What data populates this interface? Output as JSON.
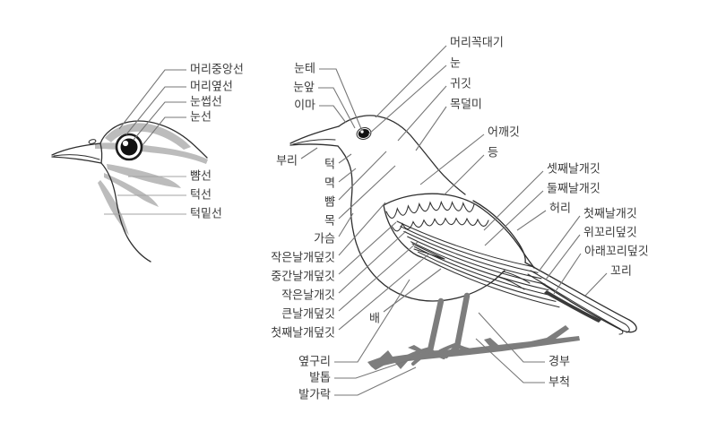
{
  "diagram": {
    "title": "bird topography diagram",
    "colors": {
      "outline": "#2f2f2f",
      "stripe": "#bcbcbc",
      "limb": "#7d7d7d",
      "leader": "#777777",
      "leader_light": "#a3a3a3",
      "text": "#3a3a3a",
      "background": "#ffffff"
    },
    "head_detail": {
      "labels": [
        {
          "id": "head-center-line",
          "text": "머리중앙선"
        },
        {
          "id": "head-side-line",
          "text": "머리옆선"
        },
        {
          "id": "eyebrow-line",
          "text": "눈썹선"
        },
        {
          "id": "eye-line",
          "text": "눈선"
        },
        {
          "id": "cheek-line",
          "text": "뺨선"
        },
        {
          "id": "jaw-line",
          "text": "턱선"
        },
        {
          "id": "chin-line",
          "text": "턱밑선"
        }
      ]
    },
    "full_bird": {
      "labels": [
        {
          "id": "eye-ring",
          "text": "눈테"
        },
        {
          "id": "lores",
          "text": "눈앞"
        },
        {
          "id": "forehead",
          "text": "이마"
        },
        {
          "id": "bill",
          "text": "부리"
        },
        {
          "id": "crown",
          "text": "머리꼭대기"
        },
        {
          "id": "eye",
          "text": "눈"
        },
        {
          "id": "ear-coverts",
          "text": "귀깃"
        },
        {
          "id": "nape",
          "text": "목덜미"
        },
        {
          "id": "scapulars",
          "text": "어깨깃"
        },
        {
          "id": "back",
          "text": "등"
        },
        {
          "id": "chin",
          "text": "턱"
        },
        {
          "id": "throat",
          "text": "멱"
        },
        {
          "id": "cheek",
          "text": "뺨"
        },
        {
          "id": "neck",
          "text": "목"
        },
        {
          "id": "breast",
          "text": "가슴"
        },
        {
          "id": "lesser-coverts",
          "text": "작은날개덮깃"
        },
        {
          "id": "median-coverts",
          "text": "중간날개덮깃"
        },
        {
          "id": "small-wing-feathers",
          "text": "작은날개깃"
        },
        {
          "id": "greater-coverts",
          "text": "큰날개덮깃"
        },
        {
          "id": "primary-coverts",
          "text": "첫째날개덮깃"
        },
        {
          "id": "belly",
          "text": "배"
        },
        {
          "id": "flank",
          "text": "옆구리"
        },
        {
          "id": "claw",
          "text": "발톱"
        },
        {
          "id": "toe",
          "text": "발가락"
        },
        {
          "id": "tertials",
          "text": "셋째날개깃"
        },
        {
          "id": "secondaries",
          "text": "둘째날개깃"
        },
        {
          "id": "rump",
          "text": "허리"
        },
        {
          "id": "primaries",
          "text": "첫째날개깃"
        },
        {
          "id": "uppertail-coverts",
          "text": "위꼬리덮깃"
        },
        {
          "id": "undertail-coverts",
          "text": "아래꼬리덮깃"
        },
        {
          "id": "tail",
          "text": "꼬리"
        },
        {
          "id": "tibia",
          "text": "경부"
        },
        {
          "id": "tarsus",
          "text": "부척"
        }
      ]
    }
  }
}
